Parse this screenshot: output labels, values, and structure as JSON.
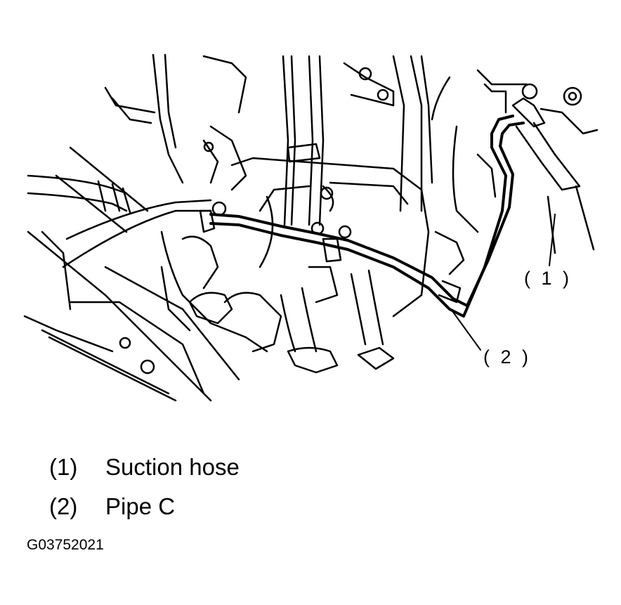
{
  "diagram": {
    "callouts": [
      {
        "label": "( 1 )"
      },
      {
        "label": "( 2 )"
      }
    ],
    "legend": [
      {
        "number": "(1)",
        "text": "Suction hose"
      },
      {
        "number": "(2)",
        "text": "Pipe C"
      }
    ],
    "figure_id": "G03752021"
  }
}
